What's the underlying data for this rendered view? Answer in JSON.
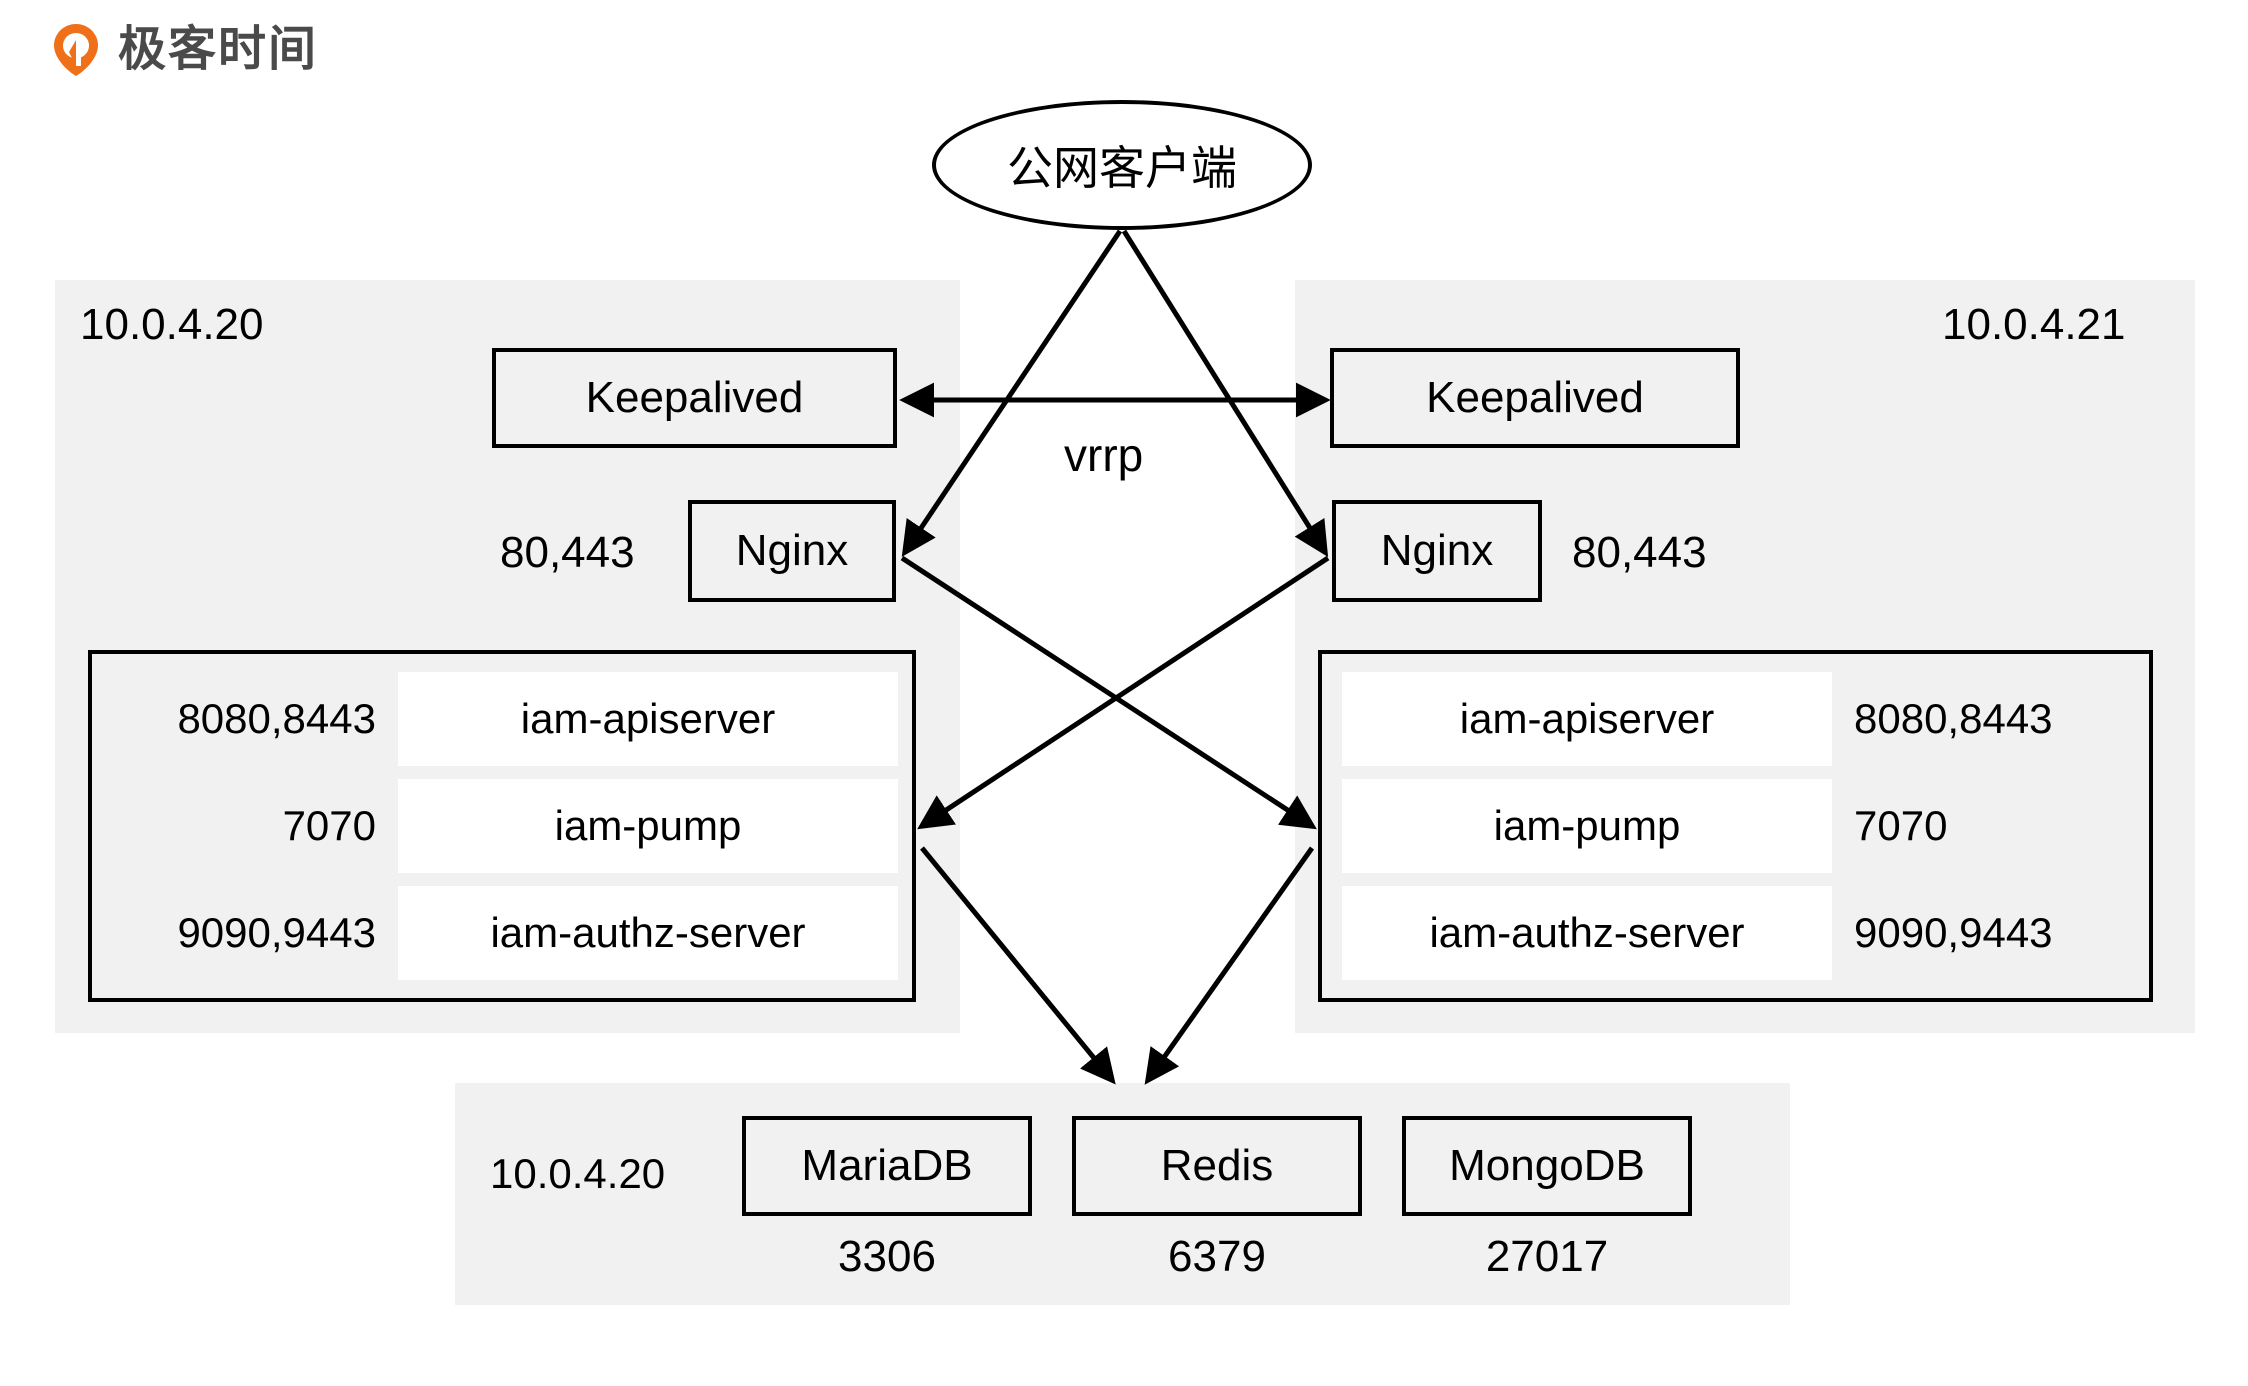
{
  "brand": {
    "name": "极客时间",
    "logo_icon": "geektime-pin-icon",
    "accent_color": "#f07019",
    "text_color": "#4a4a4a"
  },
  "colors": {
    "panel_bg": "#f1f1f1",
    "box_border": "#000000",
    "service_row_bg": "#ffffff",
    "page_bg": "#ffffff"
  },
  "client": {
    "label": "公网客户端"
  },
  "vrrp": {
    "label": "vrrp"
  },
  "host_left": {
    "ip": "10.0.4.20",
    "keepalived": "Keepalived",
    "nginx": "Nginx",
    "nginx_ports": "80,443",
    "services": [
      {
        "name": "iam-apiserver",
        "ports": "8080,8443"
      },
      {
        "name": "iam-pump",
        "ports": "7070"
      },
      {
        "name": "iam-authz-server",
        "ports": "9090,9443"
      }
    ]
  },
  "host_right": {
    "ip": "10.0.4.21",
    "keepalived": "Keepalived",
    "nginx": "Nginx",
    "nginx_ports": "80,443",
    "services": [
      {
        "name": "iam-apiserver",
        "ports": "8080,8443"
      },
      {
        "name": "iam-pump",
        "ports": "7070"
      },
      {
        "name": "iam-authz-server",
        "ports": "9090,9443"
      }
    ]
  },
  "datastore": {
    "ip": "10.0.4.20",
    "items": [
      {
        "name": "MariaDB",
        "port": "3306"
      },
      {
        "name": "Redis",
        "port": "6379"
      },
      {
        "name": "MongoDB",
        "port": "27017"
      }
    ]
  }
}
